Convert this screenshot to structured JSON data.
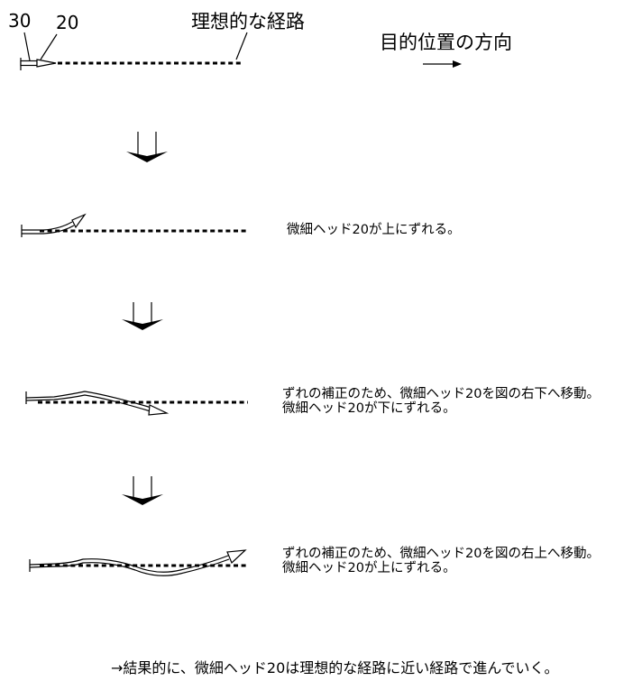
{
  "labels": {
    "tube_number": "30",
    "head_number": "20",
    "ideal_path": "理想的な経路",
    "target_direction": "目的位置の方向"
  },
  "steps": [
    {
      "note_lines": [
        ""
      ]
    },
    {
      "note_lines": [
        "微細ヘッド20が上にずれる。"
      ]
    },
    {
      "note_lines": [
        "ずれの補正のため、微細ヘッド20を図の右下へ移動。",
        "微細ヘッド20が下にずれる。"
      ]
    },
    {
      "note_lines": [
        "ずれの補正のため、微細ヘッド20を図の右上へ移動。",
        "微細ヘッド20が上にずれる。"
      ]
    }
  ],
  "conclusion": "→結果的に、微細ヘッド20は理想的な経路に近い経路で進んでいく。"
}
